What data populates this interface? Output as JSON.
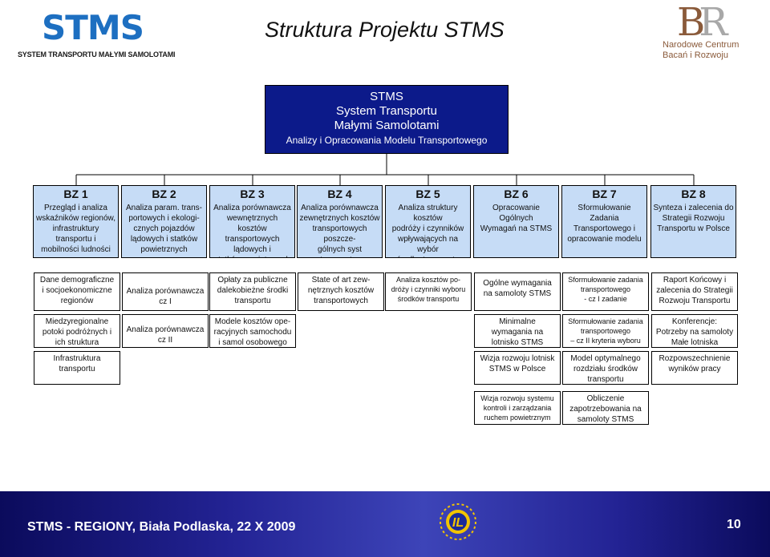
{
  "header": {
    "logo_text": "STMS",
    "logo_subtitle": "SYSTEM TRANSPORTU MAŁYMI SAMOLOTAMI",
    "title": "Struktura Projektu STMS",
    "partner_logo_lines": [
      "Narodowe Centrum",
      "Bacań i Rozwoju"
    ]
  },
  "root_box": {
    "line1": "STMS",
    "line2": "System Transportu",
    "line3": "Małymi Samolotami",
    "line4": "Analizy i Opracowania Modelu Transportowego"
  },
  "work_packages": [
    {
      "title": "BZ 1",
      "desc": "Przegląd i analiza\nwskaźników regionów,\ninfrastruktury transportu i\nmobilności ludności"
    },
    {
      "title": "BZ 2",
      "desc": "Analiza param. trans-\nportowych i ekologi-\ncznych pojazdów\nlądowych i statków\npowietrznych"
    },
    {
      "title": "BZ 3",
      "desc": "Analiza porównawcza\nwewnętrznych kosztów\ntransportowych lądowych i\nstatków powietrznych (od\nstrony użytkownika)"
    },
    {
      "title": "BZ 4",
      "desc": "Analiza porównawcza\nzewnętrznych kosztów\ntransportowych poszcze-\ngólnych syst transporto-\nwych (od strony podatnika)"
    },
    {
      "title": "BZ 5",
      "desc": "Analiza struktury kosztów\npodróży i czynników\nwpływających na wybór\nśrodka transportu"
    },
    {
      "title": "BZ 6",
      "desc": "Opracowanie Ogólnych\nWymagań na STMS"
    },
    {
      "title": "BZ 7",
      "desc": "Sformułowanie Zadania\nTransportowego i\nopracowanie modelu"
    },
    {
      "title": "BZ 8",
      "desc": "Synteza i zalecenia do\nStrategii Rozwoju\nTransportu w Polsce"
    }
  ],
  "tasks": {
    "bz1": [
      "Dane demograficzne\ni socjoekonomiczne\nregionów",
      "Miedzyregionalne\npotoki podróżnych i\nich struktura",
      "Infrastruktura\ntransportu"
    ],
    "bz2": [
      "Analiza porównawcza\ncz I",
      "Analiza porównawcza\ncz II"
    ],
    "bz3": [
      "Opłaty za publiczne\ndalekobieżne środki\ntransportu",
      "Modele kosztów ope-\nracyjnych samochodu\ni samol osobowego"
    ],
    "bz4": [
      "State of art zew-\nnętrznych kosztów\ntransportowych"
    ],
    "bz5": [
      "Analiza kosztów po-\ndróży i czynniki wyboru\nśrodków transportu"
    ],
    "bz6": [
      "Ogólne wymagania\nna samoloty STMS",
      "Minimalne\nwymagania na\nlotnisko STMS",
      "Wizja rozwoju lotnisk\nSTMS w Polsce",
      "Wizja rozwoju systemu\nkontroli i zarządzania\nruchem powietrznym"
    ],
    "bz7": [
      "Sformułowanie zadania\ntransportowego\n- cz I zadanie",
      "Sformułowanie zadania\ntransportowego\n– cz II kryteria wyboru",
      "Model optymalnego\nrozdziału środków\ntransportu",
      "Obliczenie\nzapotrzebowania na\nsamoloty STMS"
    ],
    "bz8": [
      "Raport Końcowy i\nzalecenia do Strategii\nRozwoju Transportu",
      "Konferencje:\nPotrzeby na samoloty\nMałe lotniska",
      "Rozpowszechnienie\nwyników pracy"
    ]
  },
  "footer": {
    "text": "STMS - REGIONY, Biała Podlaska, 22 X 2009",
    "logo_text": "IL",
    "page_number": "10"
  },
  "colors": {
    "root_box": "#0c1a8a",
    "bz_box": "#c6dcf6",
    "footer": "#232394",
    "stms_logo": "#1d6fc1"
  }
}
